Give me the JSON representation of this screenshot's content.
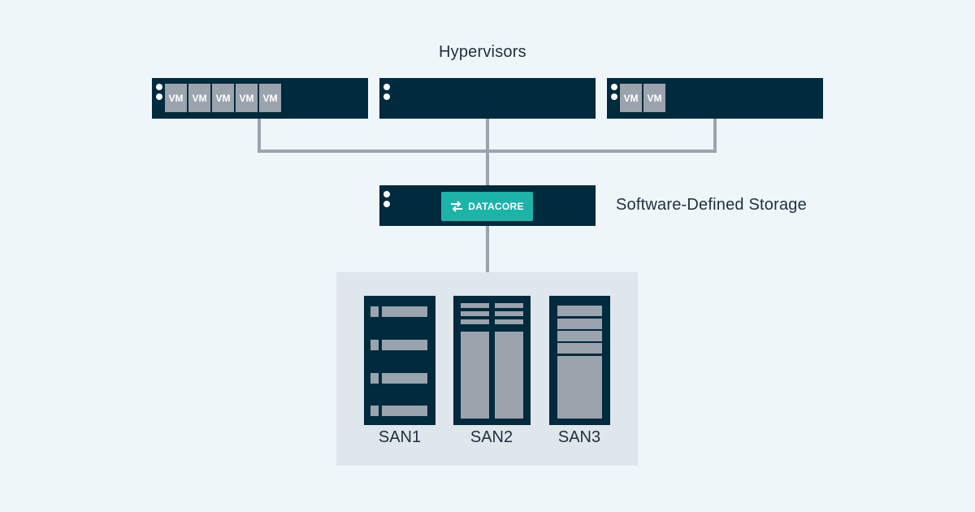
{
  "labels": {
    "hypervisors": "Hypervisors",
    "sds": "Software-Defined Storage"
  },
  "hypervisor_vms": {
    "server1": [
      "VM",
      "VM",
      "VM",
      "VM",
      "VM"
    ],
    "server2": [],
    "server3": [
      "VM",
      "VM"
    ]
  },
  "datacore": {
    "logo_text": "DATACORE",
    "icon": "arrows-exchange-icon"
  },
  "sans": {
    "san1": "SAN1",
    "san2": "SAN2",
    "san3": "SAN3"
  },
  "colors": {
    "background": "#eef6fa",
    "server": "#002a3d",
    "vm": "#9ba3ad",
    "connector": "#9ba3ad",
    "storage_panel": "#dfe6ec",
    "logo": "#1cb3a9"
  }
}
